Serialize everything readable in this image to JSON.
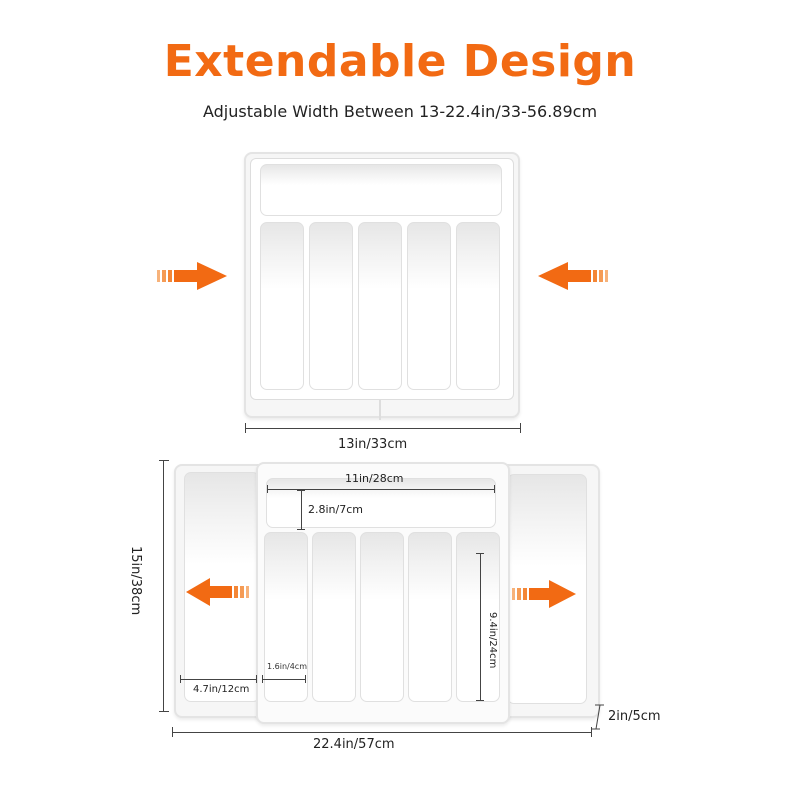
{
  "header": {
    "title": "Extendable Design",
    "subtitle": "Adjustable Width Between 13-22.4in/33-56.89cm"
  },
  "colors": {
    "accent": "#f26a13",
    "arrow_light": "#f7b27a",
    "tray": "#ffffff",
    "tray_shadow": "#e4e4e4",
    "dimension_line": "#444444"
  },
  "collapsed_tray": {
    "compartments": 5,
    "arrows": [
      "arrow-right-icon",
      "arrow-left-icon"
    ],
    "width_label": "13in/33cm"
  },
  "extended_tray": {
    "compartments": 5,
    "side_wells": 2,
    "arrows": [
      "arrow-left-icon",
      "arrow-right-icon"
    ],
    "dimensions": {
      "top_well_width": "11in/28cm",
      "top_well_depth": "2.8in/7cm",
      "height": "15in/38cm",
      "compartment_length": "9.4in/24cm",
      "compartment_width": "1.6in/4cm",
      "side_well_width": "4.7in/12cm",
      "total_width": "22.4in/57cm",
      "depth": "2in/5cm"
    }
  }
}
